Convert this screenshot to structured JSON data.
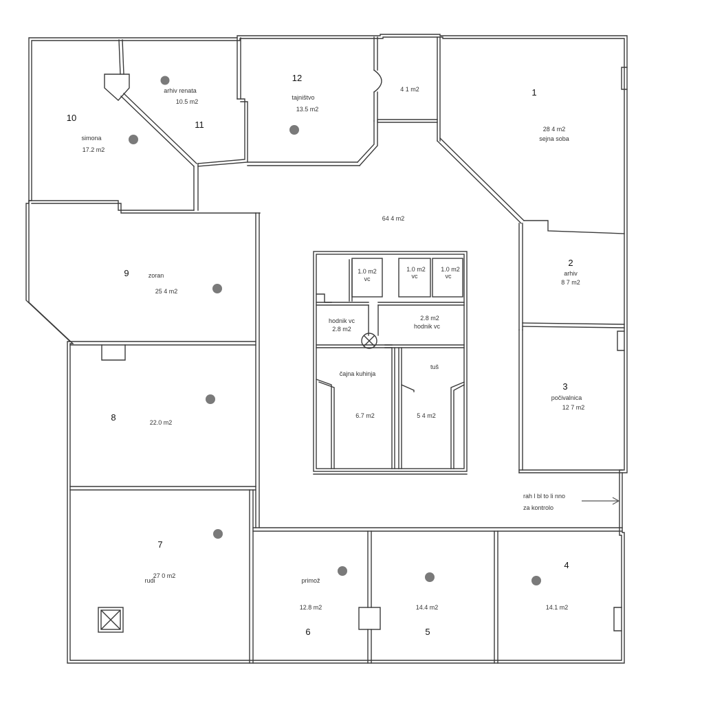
{
  "rooms": [
    {
      "id": "r1",
      "number": "1",
      "name": "sejna soba",
      "area": "28 4 m2"
    },
    {
      "id": "r2",
      "number": "2",
      "name": "arhiv",
      "area": "8 7 m2"
    },
    {
      "id": "r3",
      "number": "3",
      "name": "počivalnica",
      "area": "12 7 m2"
    },
    {
      "id": "r4",
      "number": "4",
      "name": "",
      "area": "14.1 m2"
    },
    {
      "id": "r5",
      "number": "5",
      "name": "",
      "area": "14.4 m2"
    },
    {
      "id": "r6",
      "number": "6",
      "name": "primož",
      "area": "12.8 m2"
    },
    {
      "id": "r7",
      "number": "7",
      "name": "rudi",
      "area": "27 0 m2"
    },
    {
      "id": "r8",
      "number": "8",
      "name": "",
      "area": "22.0 m2"
    },
    {
      "id": "r9",
      "number": "9",
      "name": "zoran",
      "area": "25 4 m2"
    },
    {
      "id": "r10",
      "number": "10",
      "name": "simona",
      "area": "17.2 m2"
    },
    {
      "id": "r11",
      "number": "11",
      "name": "arhiv renata",
      "area": "10.5 m2"
    },
    {
      "id": "r12",
      "number": "12",
      "name": "tajništvo",
      "area": "13.5 m2"
    }
  ],
  "small_rooms": [
    {
      "id": "s1",
      "name": "",
      "area": "4 1 m2"
    },
    {
      "id": "s2",
      "name": "",
      "area": "64 4 m2"
    },
    {
      "id": "s3",
      "name": "vc",
      "area": "1.0 m2"
    },
    {
      "id": "s4",
      "name": "vc",
      "area": "1.0 m2"
    },
    {
      "id": "s5",
      "name": "vc",
      "area": "1.0 m2"
    },
    {
      "id": "s6",
      "name": "hodnik vc",
      "area": "2.8 m2"
    },
    {
      "id": "s7",
      "name": "hodnik vc",
      "area": "2.8 m2"
    },
    {
      "id": "s8",
      "name": "čajna kuhinja",
      "area": "6.7 m2"
    },
    {
      "id": "s9",
      "name": "tuš",
      "area": "5 4 m2"
    }
  ],
  "note": {
    "line1": "rah l bl to li nno",
    "line2": "za kontrolo"
  },
  "colors": {
    "wall": "#3a3a3a",
    "fixture": "#7a7a7a",
    "background": "#ffffff"
  }
}
